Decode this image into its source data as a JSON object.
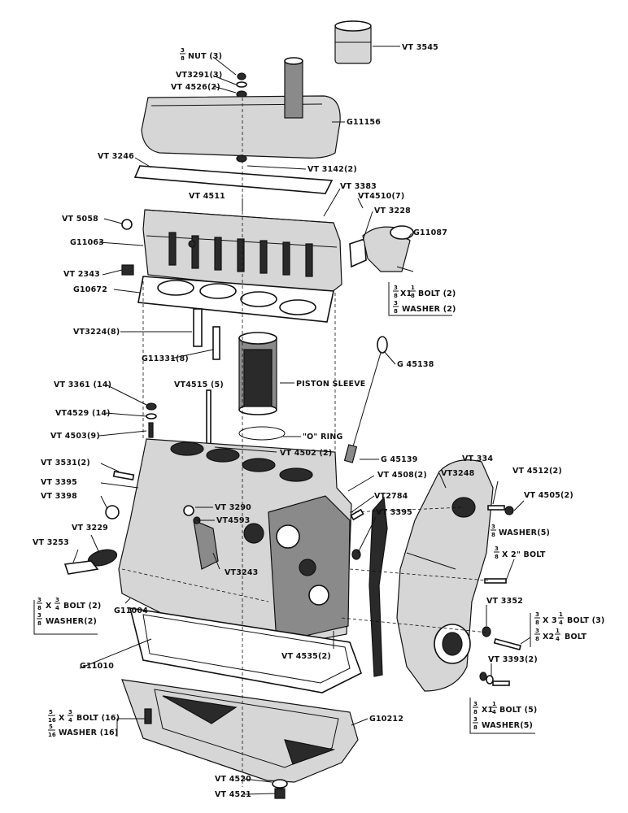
{
  "labels": {
    "vt3545": "VT 3545",
    "nut": "NUT (3)",
    "vt3291": "VT3291(3)",
    "vt4526": "VT 4526(2)",
    "g11156": "G11156",
    "vt3246": "VT 3246",
    "vt3142": "VT 3142(2)",
    "vt3383": "VT 3383",
    "vt4511": "VT 4511",
    "vt4510": "VT4510(7)",
    "vt3228": "VT 3228",
    "vt5058": "VT 5058",
    "g11063": "G11063",
    "g11087": "G11087",
    "vt2343": "VT 2343",
    "bolt_top": "BOLT (2)",
    "washer_top": "WASHER (2)",
    "g10672": "G10672",
    "vt3224": "VT3224(8)",
    "g11331": "G11331(8)",
    "g45138_top": "G 45138",
    "vt3361": "VT 3361 (14)",
    "vt4515": "VT4515 (5)",
    "piston_sleeve": "PISTON SLEEVE",
    "vt4529": "VT4529 (14)",
    "vt4503": "VT 4503(9)",
    "o_ring": "\"O\" RING",
    "vt4502": "VT 4502 (2)",
    "g45139": "G 45139",
    "vt3531": "VT 3531(2)",
    "vt334": "VT 334",
    "vt4508": "VT 4508(2)",
    "vt3248": "VT3248",
    "vt4512": "VT 4512(2)",
    "vt3395_a": "VT 3395",
    "vt3398": "VT 3398",
    "vt2784": "VT2784",
    "vt4505": "VT 4505(2)",
    "vt3290": "VT 3290",
    "vt3395_b": "VT 3395",
    "vt4593": "VT4593",
    "washer_5_right": "WASHER(5)",
    "vt3229": "VT 3229",
    "vt3253": "VT 3253",
    "bolt_2in": "X 2\" BOLT",
    "vt3243": "VT3243",
    "bolt_left": "BOLT (2)",
    "washer_left": "WASHER(2)",
    "vt3352": "VT 3352",
    "bolt_3": "BOLT (3)",
    "bolt_right": "BOLT",
    "g11004": "G11004",
    "vt4535": "VT 4535(2)",
    "vt3393": "VT 3393(2)",
    "g11010": "G11010",
    "bolt_5": "BOLT (5)",
    "washer_5": "WASHER(5)",
    "bolt_16": "BOLT (16)",
    "washer_16": "WASHER (16)",
    "g10212": "G10212",
    "vt4520": "VT 4520",
    "vt4521": "VT 4521"
  }
}
